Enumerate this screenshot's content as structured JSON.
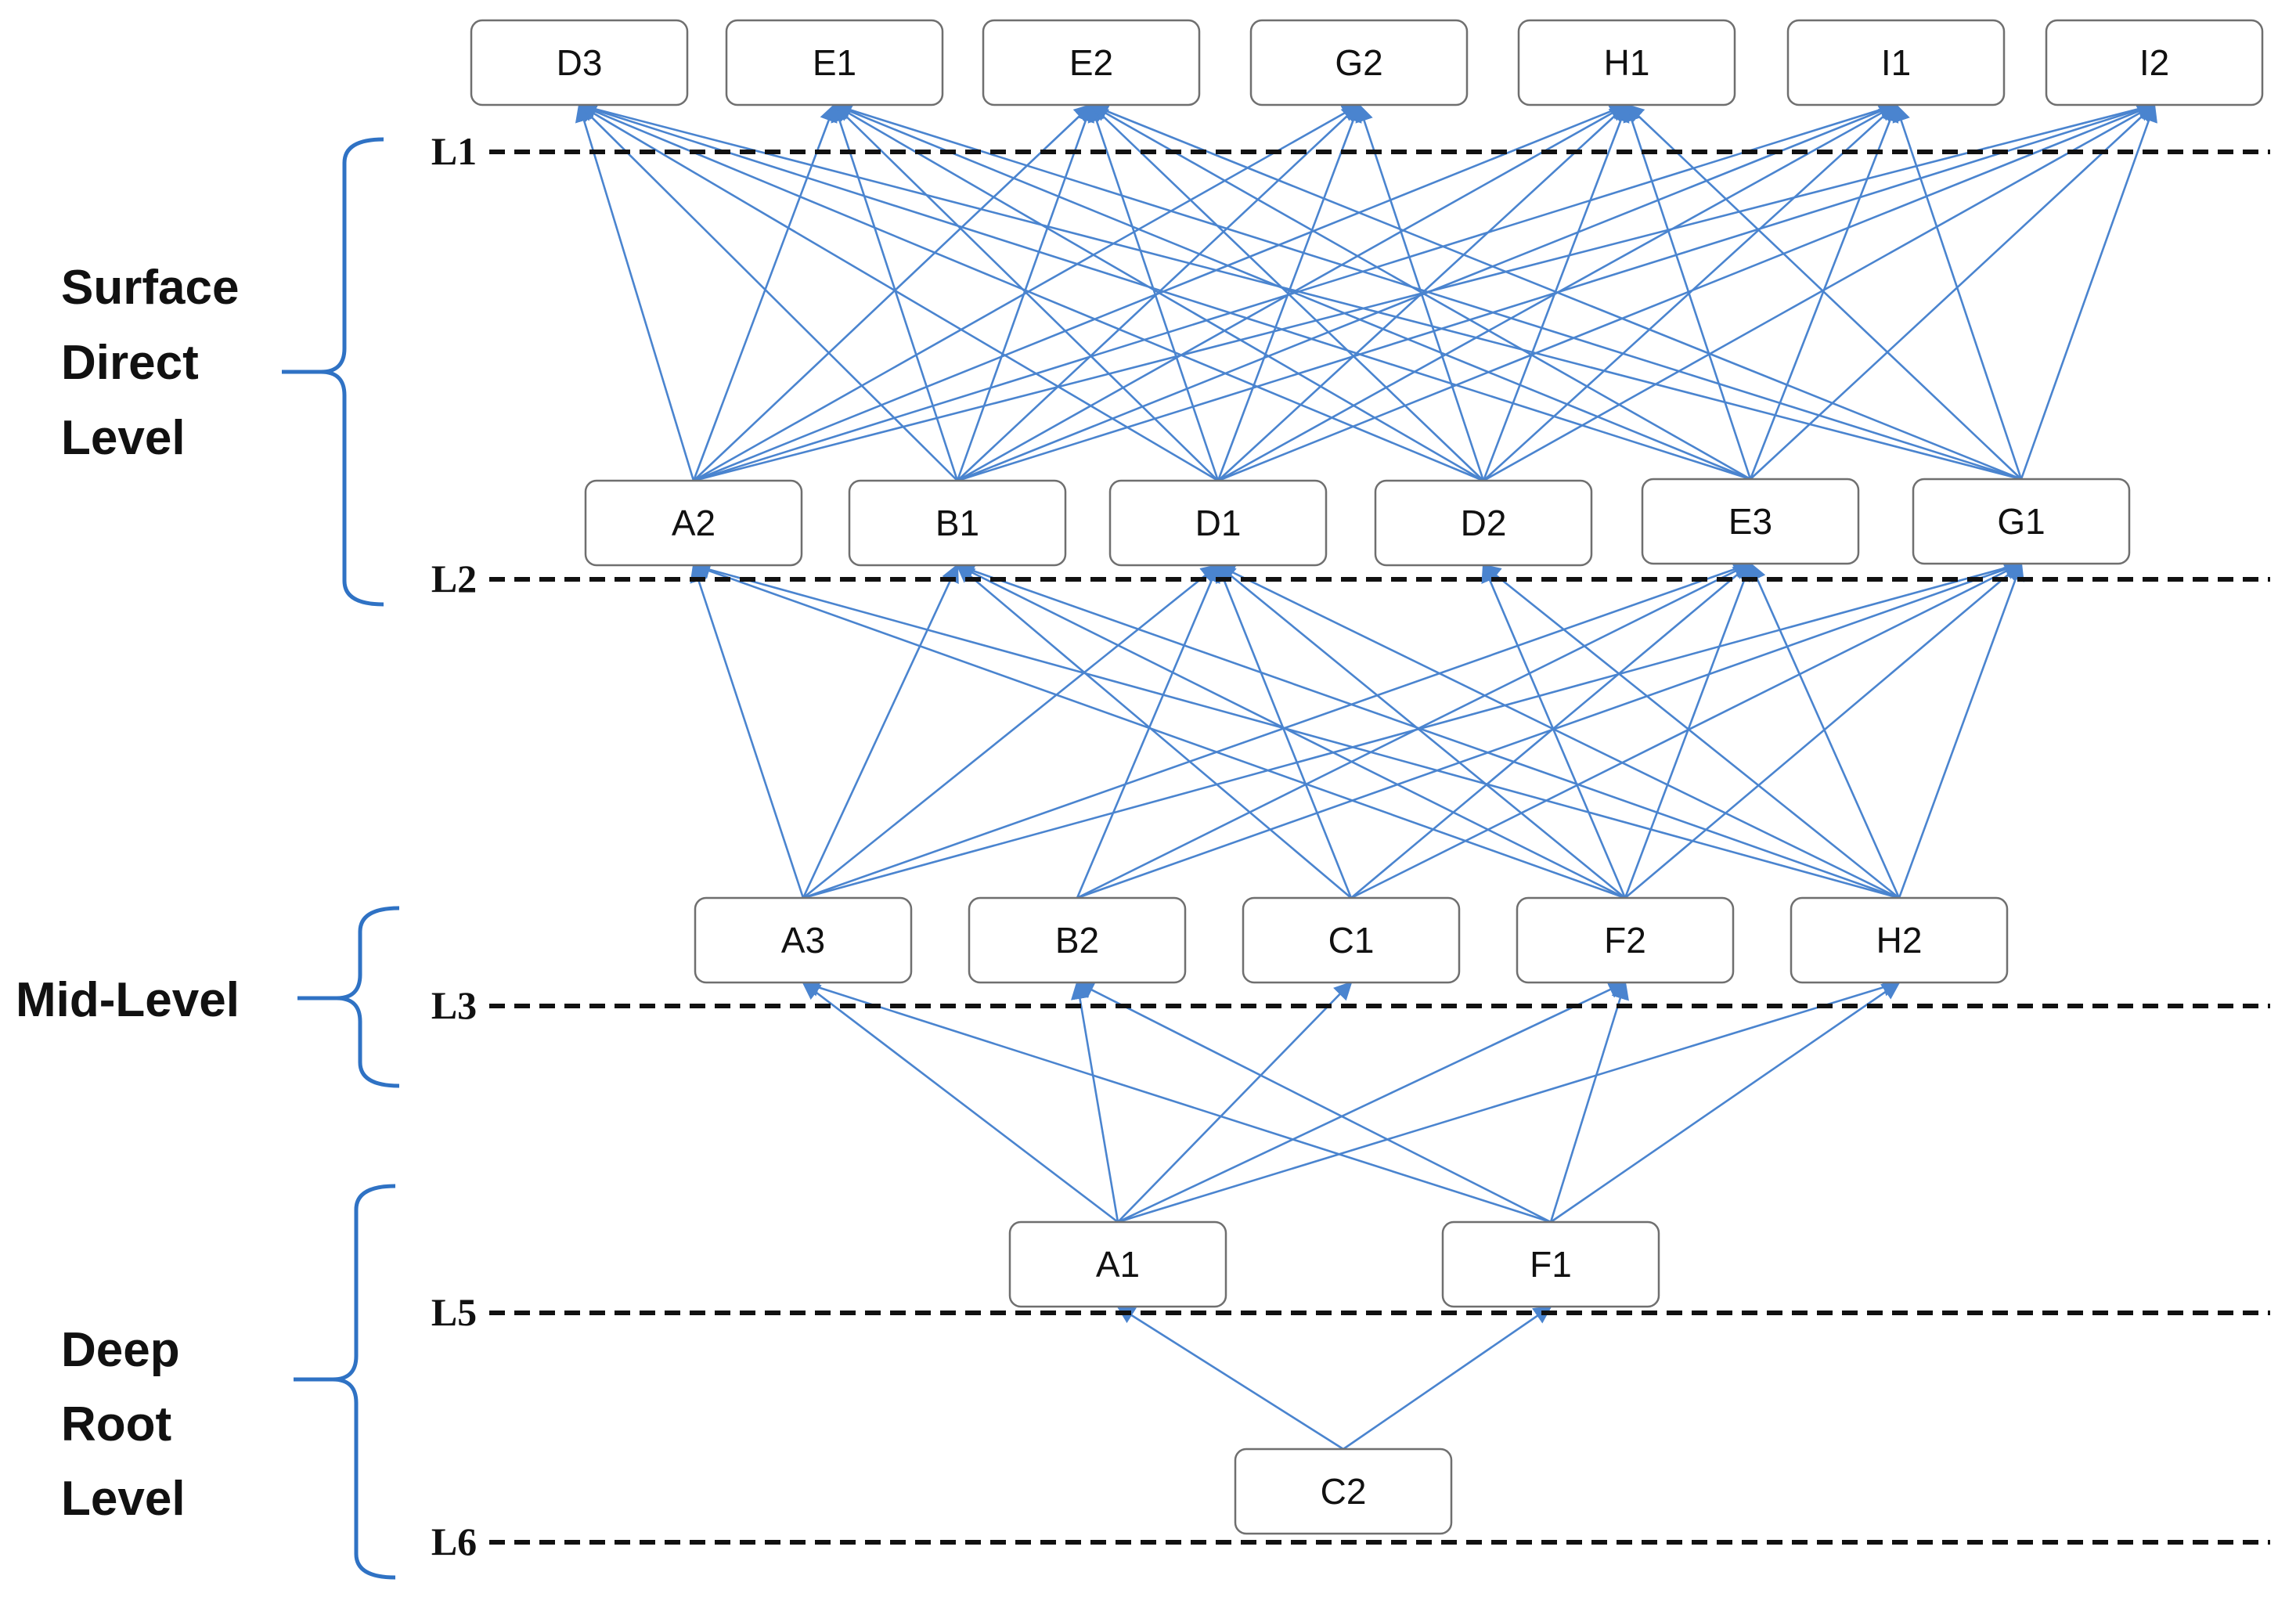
{
  "colors": {
    "edge": "#4a84cf",
    "brace": "#2f72c4",
    "node_border": "#6f6f6f",
    "line": "#111111"
  },
  "levels": [
    {
      "id": "L1",
      "label": "L1"
    },
    {
      "id": "L2",
      "label": "L2"
    },
    {
      "id": "L3",
      "label": "L3"
    },
    {
      "id": "L5",
      "label": "L5"
    },
    {
      "id": "L6",
      "label": "L6"
    }
  ],
  "groups": [
    {
      "id": "surface",
      "lines": [
        "Surface",
        "Direct",
        "Level"
      ]
    },
    {
      "id": "mid",
      "lines": [
        "Mid-Level"
      ]
    },
    {
      "id": "deep",
      "lines": [
        "Deep",
        "Root",
        "Level"
      ]
    }
  ],
  "nodes": [
    {
      "id": "D3",
      "label": "D3",
      "tier": 1
    },
    {
      "id": "E1",
      "label": "E1",
      "tier": 1
    },
    {
      "id": "E2",
      "label": "E2",
      "tier": 1
    },
    {
      "id": "G2",
      "label": "G2",
      "tier": 1
    },
    {
      "id": "H1",
      "label": "H1",
      "tier": 1
    },
    {
      "id": "I1",
      "label": "I1",
      "tier": 1
    },
    {
      "id": "I2",
      "label": "I2",
      "tier": 1
    },
    {
      "id": "A2",
      "label": "A2",
      "tier": 2
    },
    {
      "id": "B1",
      "label": "B1",
      "tier": 2
    },
    {
      "id": "D1",
      "label": "D1",
      "tier": 2
    },
    {
      "id": "D2",
      "label": "D2",
      "tier": 2
    },
    {
      "id": "E3",
      "label": "E3",
      "tier": 2
    },
    {
      "id": "G1",
      "label": "G1",
      "tier": 2
    },
    {
      "id": "A3",
      "label": "A3",
      "tier": 3
    },
    {
      "id": "B2",
      "label": "B2",
      "tier": 3
    },
    {
      "id": "C1",
      "label": "C1",
      "tier": 3
    },
    {
      "id": "F2",
      "label": "F2",
      "tier": 3
    },
    {
      "id": "H2",
      "label": "H2",
      "tier": 3
    },
    {
      "id": "A1",
      "label": "A1",
      "tier": 5
    },
    {
      "id": "F1",
      "label": "F1",
      "tier": 5
    },
    {
      "id": "C2",
      "label": "C2",
      "tier": 6
    }
  ],
  "edges": [
    [
      "A2",
      "D3"
    ],
    [
      "A2",
      "E1"
    ],
    [
      "A2",
      "E2"
    ],
    [
      "A2",
      "G2"
    ],
    [
      "A2",
      "H1"
    ],
    [
      "A2",
      "I1"
    ],
    [
      "A2",
      "I2"
    ],
    [
      "B1",
      "D3"
    ],
    [
      "B1",
      "E1"
    ],
    [
      "B1",
      "E2"
    ],
    [
      "B1",
      "G2"
    ],
    [
      "B1",
      "H1"
    ],
    [
      "B1",
      "I1"
    ],
    [
      "B1",
      "I2"
    ],
    [
      "D1",
      "D3"
    ],
    [
      "D1",
      "E1"
    ],
    [
      "D1",
      "E2"
    ],
    [
      "D1",
      "G2"
    ],
    [
      "D1",
      "H1"
    ],
    [
      "D1",
      "I1"
    ],
    [
      "D1",
      "I2"
    ],
    [
      "D2",
      "D3"
    ],
    [
      "D2",
      "E1"
    ],
    [
      "D2",
      "E2"
    ],
    [
      "D2",
      "G2"
    ],
    [
      "D2",
      "H1"
    ],
    [
      "D2",
      "I1"
    ],
    [
      "D2",
      "I2"
    ],
    [
      "E3",
      "D3"
    ],
    [
      "E3",
      "E1"
    ],
    [
      "E3",
      "E2"
    ],
    [
      "E3",
      "H1"
    ],
    [
      "E3",
      "I1"
    ],
    [
      "E3",
      "I2"
    ],
    [
      "G1",
      "D3"
    ],
    [
      "G1",
      "E1"
    ],
    [
      "G1",
      "E2"
    ],
    [
      "G1",
      "H1"
    ],
    [
      "G1",
      "I1"
    ],
    [
      "G1",
      "I2"
    ],
    [
      "A3",
      "A2"
    ],
    [
      "A3",
      "B1"
    ],
    [
      "A3",
      "D1"
    ],
    [
      "A3",
      "E3"
    ],
    [
      "A3",
      "G1"
    ],
    [
      "B2",
      "D1"
    ],
    [
      "B2",
      "E3"
    ],
    [
      "B2",
      "G1"
    ],
    [
      "C1",
      "B1"
    ],
    [
      "C1",
      "D1"
    ],
    [
      "C1",
      "E3"
    ],
    [
      "C1",
      "G1"
    ],
    [
      "F2",
      "A2"
    ],
    [
      "F2",
      "B1"
    ],
    [
      "F2",
      "D1"
    ],
    [
      "F2",
      "D2"
    ],
    [
      "F2",
      "E3"
    ],
    [
      "F2",
      "G1"
    ],
    [
      "H2",
      "A2"
    ],
    [
      "H2",
      "B1"
    ],
    [
      "H2",
      "D1"
    ],
    [
      "H2",
      "D2"
    ],
    [
      "H2",
      "E3"
    ],
    [
      "H2",
      "G1"
    ],
    [
      "A1",
      "A3"
    ],
    [
      "A1",
      "B2"
    ],
    [
      "A1",
      "C1"
    ],
    [
      "A1",
      "F2"
    ],
    [
      "A1",
      "H2"
    ],
    [
      "F1",
      "A3"
    ],
    [
      "F1",
      "B2"
    ],
    [
      "F1",
      "F2"
    ],
    [
      "F1",
      "H2"
    ],
    [
      "C2",
      "A1"
    ],
    [
      "C2",
      "F1"
    ]
  ]
}
